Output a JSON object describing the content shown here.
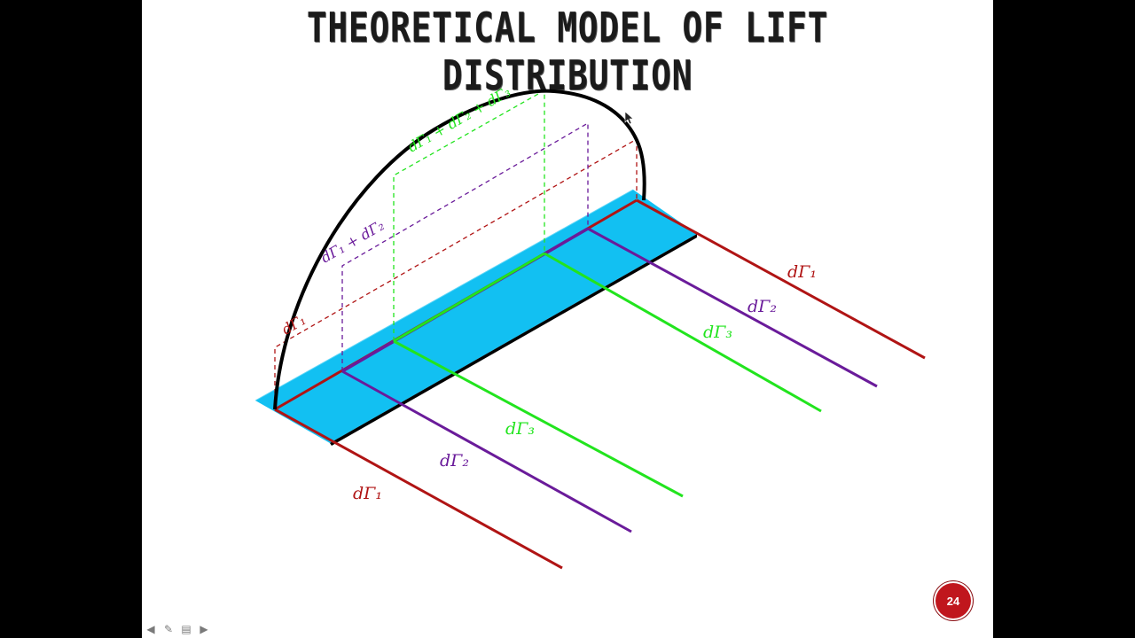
{
  "slide": {
    "title": "THEORETICAL MODEL OF LIFT DISTRIBUTION",
    "page_number": "24"
  },
  "colors": {
    "wing": "#12c0f2",
    "vortex_1": "#b01414",
    "vortex_2": "#6a1b9a",
    "vortex_3": "#22e41e",
    "lift_curve": "#000000"
  },
  "diagram": {
    "wake_labels": {
      "left_1": "dΓ₁",
      "left_2": "dΓ₂",
      "left_3": "dΓ₃",
      "right_1": "dΓ₁",
      "right_2": "dΓ₂",
      "right_3": "dΓ₃"
    },
    "step_labels": {
      "level_1": "dΓ₁",
      "level_2": "dΓ₁ + dΓ₂",
      "level_3": "dΓ₁ + dΓ₂ + dΓ₃"
    }
  },
  "nav": {
    "prev_icon": "arrow-left-icon",
    "pen_icon": "pen-icon",
    "menu_icon": "menu-icon",
    "next_icon": "arrow-right-icon",
    "prev_glyph": "◀",
    "pen_glyph": "✎",
    "menu_glyph": "▤",
    "next_glyph": "▶"
  }
}
